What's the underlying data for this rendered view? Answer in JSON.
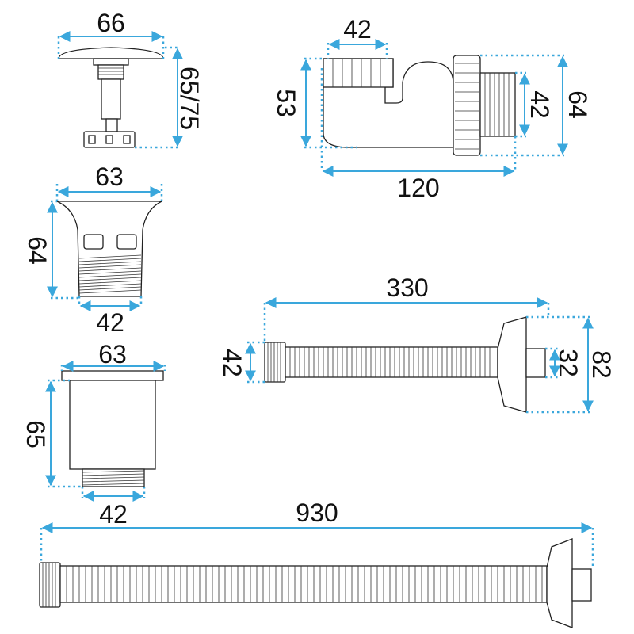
{
  "colors": {
    "dimension": "#3aa7dc",
    "outline": "#222222",
    "background": "#ffffff"
  },
  "dimensions": {
    "plug_cap_width": "66",
    "plug_height": "65/75",
    "trap_inlet_width": "42",
    "trap_height": "53",
    "trap_length": "120",
    "trap_thread": "42",
    "trap_outlet": "64",
    "drain_flange_width": "63",
    "drain_height": "64",
    "drain_thread": "42",
    "hose_length": "330",
    "hose_inlet": "42",
    "hose_outlet_pipe": "32",
    "hose_outlet_cone": "82",
    "cup_flange_width": "63",
    "cup_height": "65",
    "cup_thread": "42",
    "long_hose_length": "930"
  }
}
